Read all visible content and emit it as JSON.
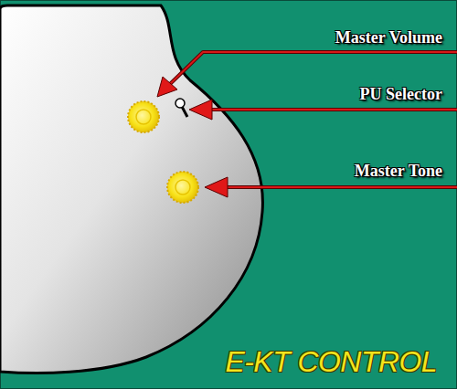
{
  "diagram": {
    "labels": [
      "Master Volume",
      "PU Selector",
      "Master Tone",
      "E-KT CONTROL"
    ]
  }
}
